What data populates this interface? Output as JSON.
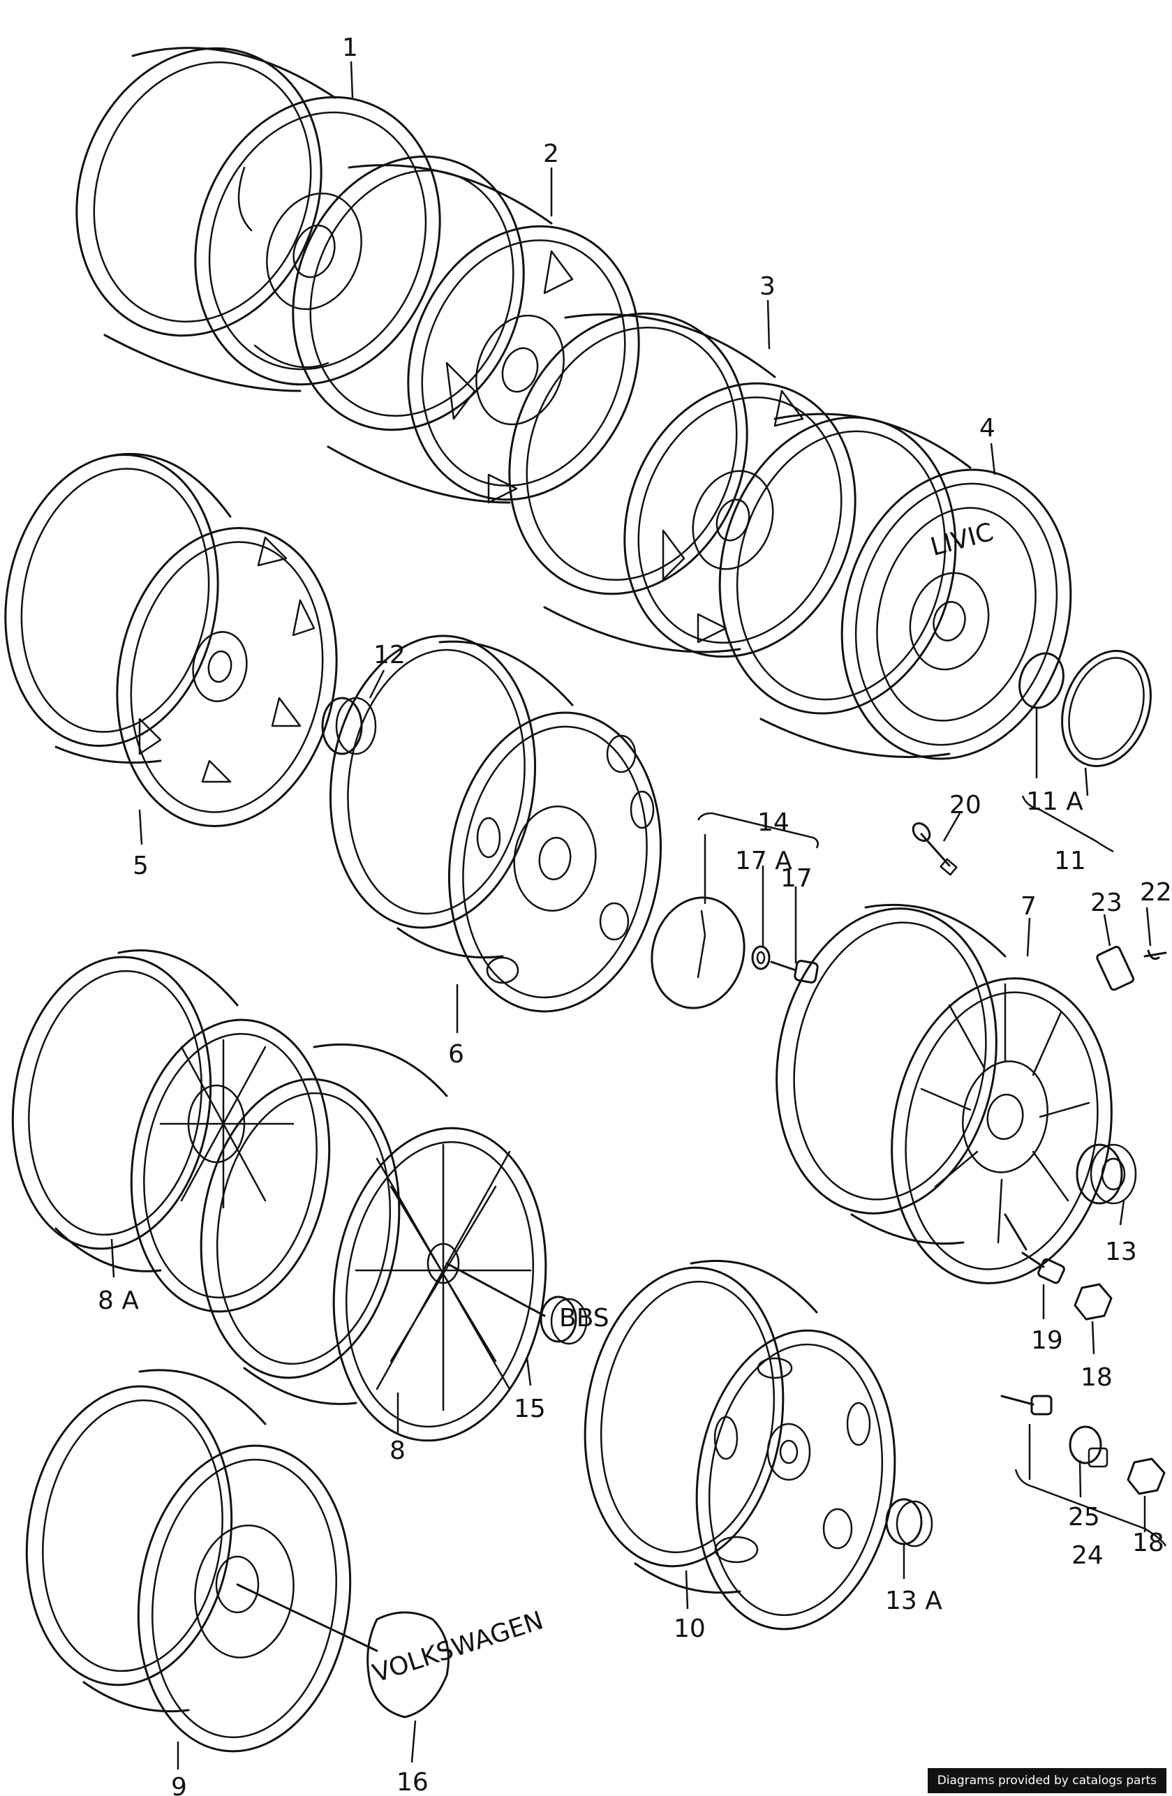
{
  "labels": {
    "p1": "1",
    "p2": "2",
    "p3": "3",
    "p4": "4",
    "p5": "5",
    "p6": "6",
    "p7": "7",
    "p8": "8",
    "p8a": "8 A",
    "p9": "9",
    "p10": "10",
    "p11": "11",
    "p11a": "11 A",
    "p12": "12",
    "p13": "13",
    "p13a": "13 A",
    "p14": "14",
    "p15": "15",
    "p16": "16",
    "p17": "17",
    "p17a": "17 A",
    "p18a": "18",
    "p18b": "18",
    "p19": "19",
    "p20": "20",
    "p22": "22",
    "p23": "23",
    "p24": "24",
    "p25": "25"
  },
  "emblems": {
    "livic": "LIVIC",
    "bbs": "BBS",
    "volkswagen": "VOLKSWAGEN"
  },
  "credit": "Diagrams provided by catalogs parts"
}
